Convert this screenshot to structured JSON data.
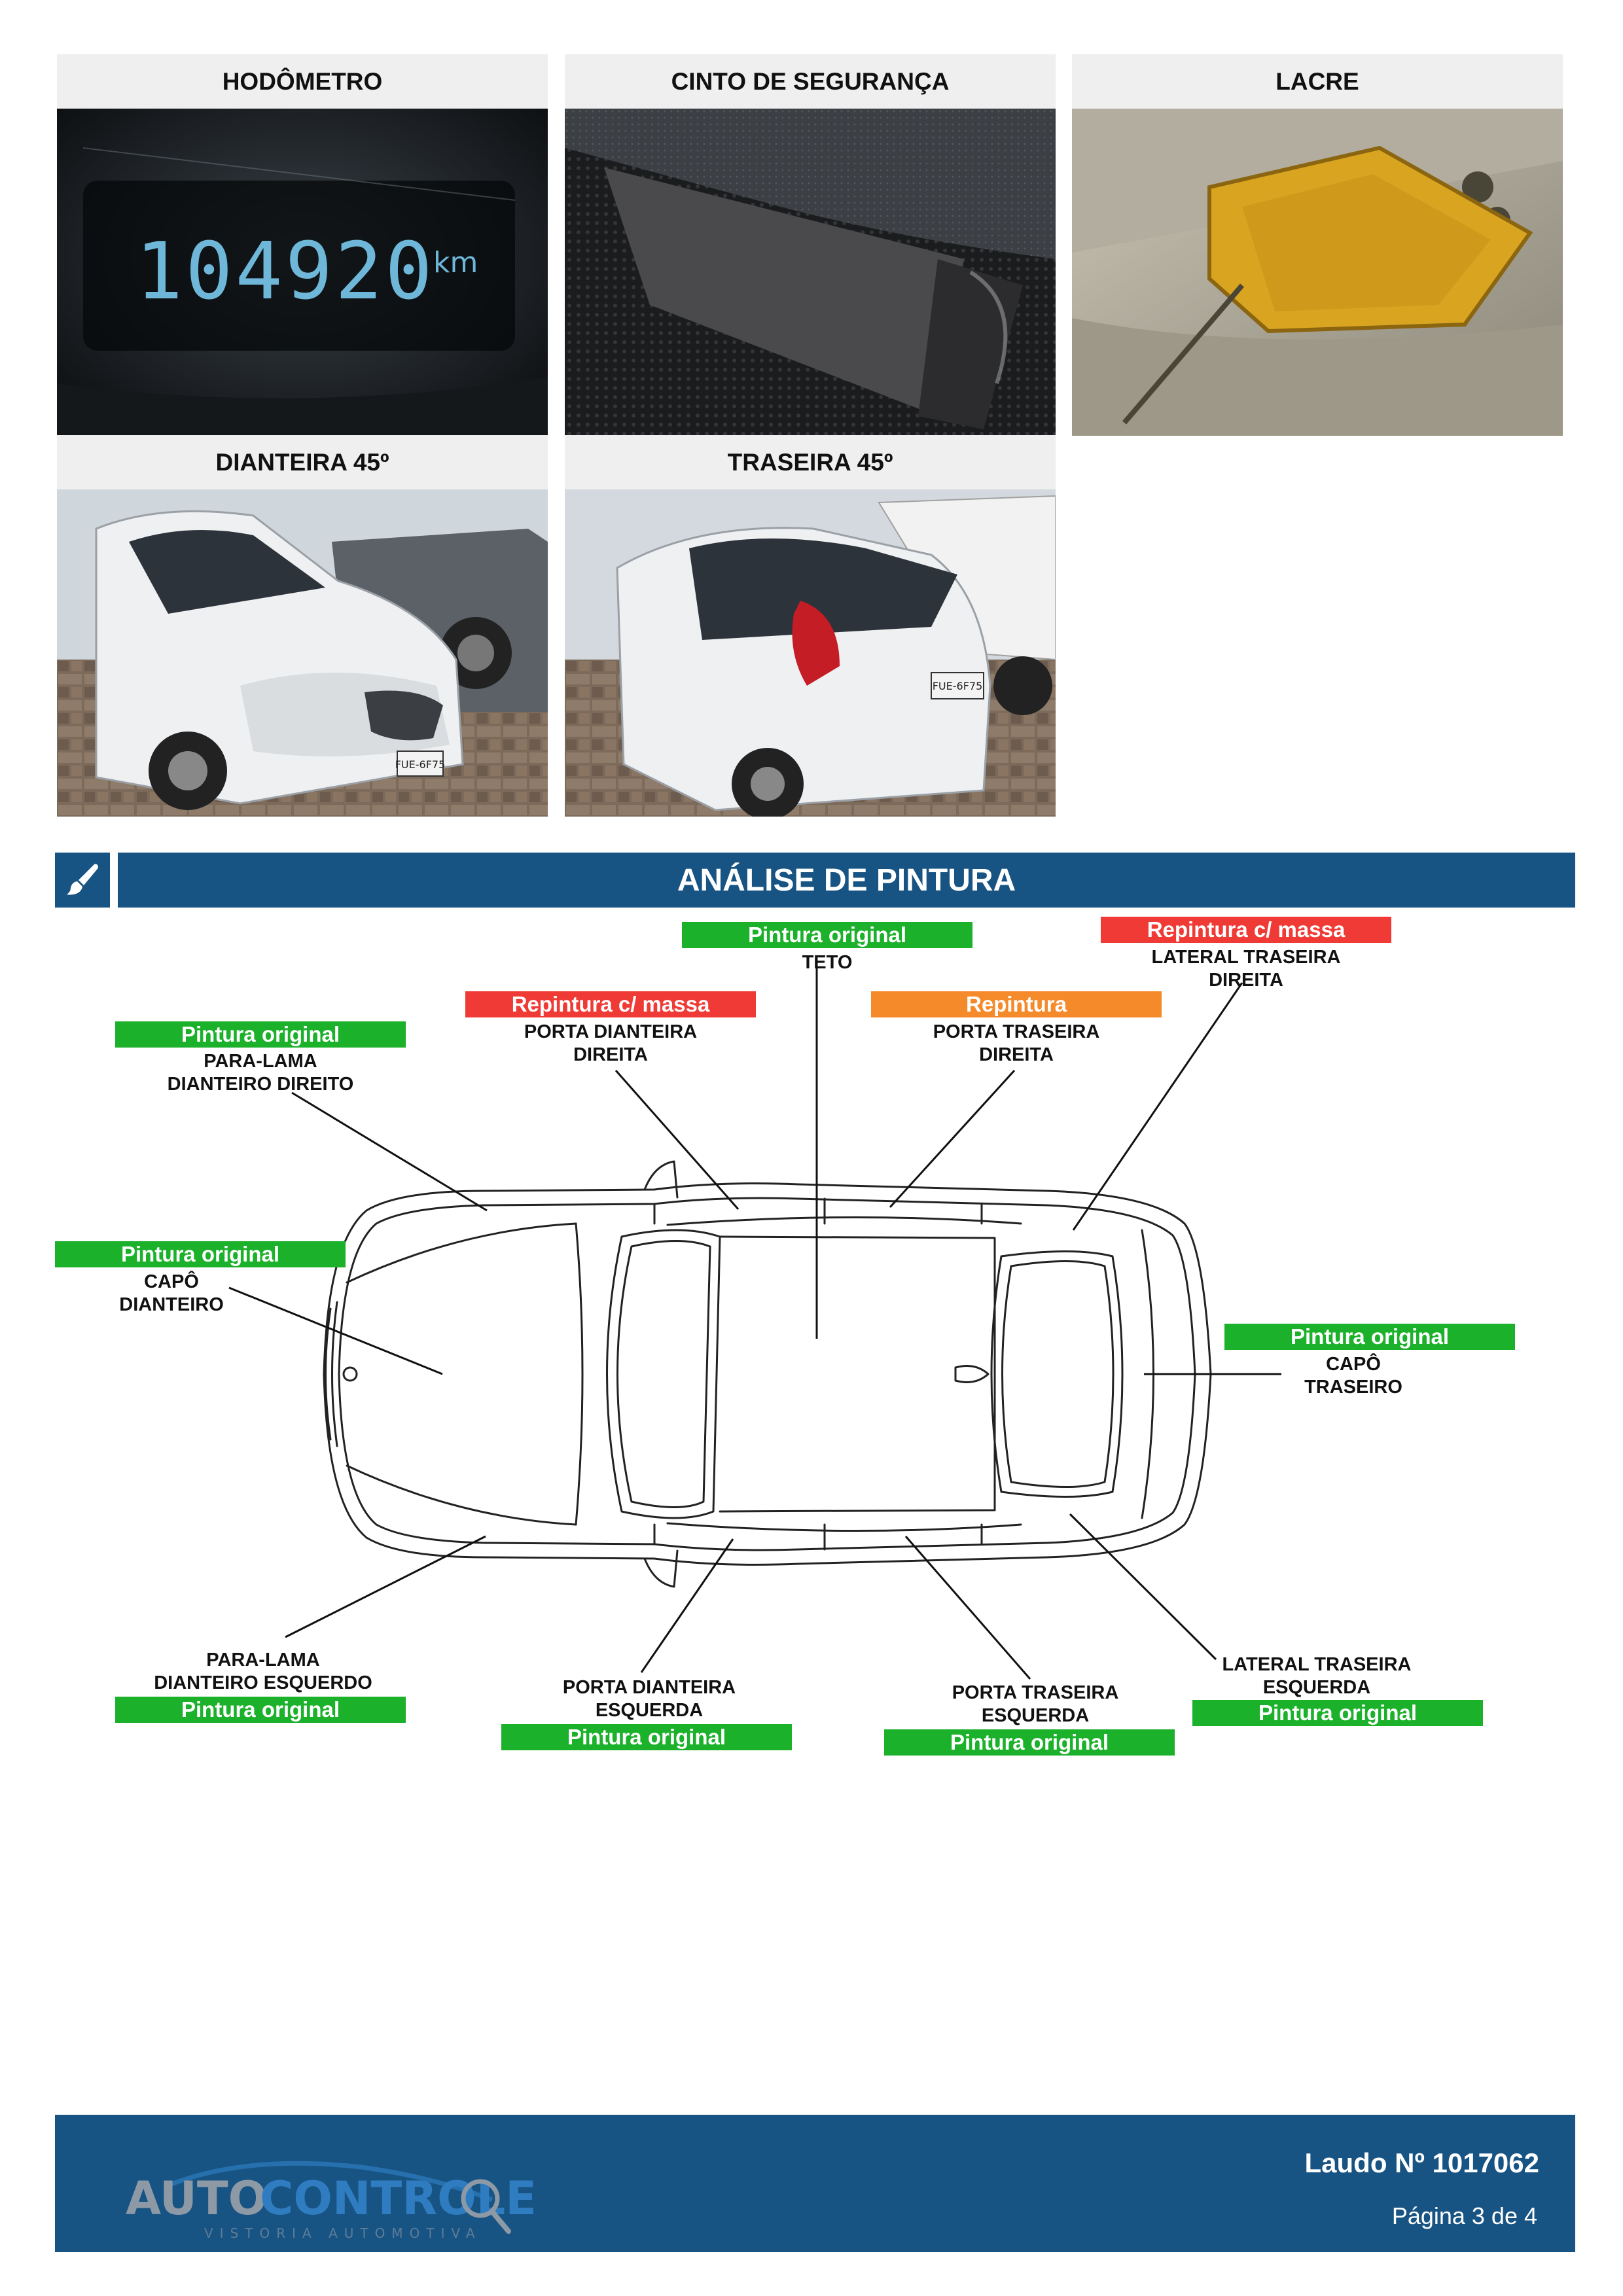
{
  "photos": [
    {
      "title": "HODÔMETRO",
      "odometer": "104920",
      "unit": "km"
    },
    {
      "title": "CINTO DE SEGURANÇA"
    },
    {
      "title": "LACRE"
    },
    {
      "title": "DIANTEIRA 45º",
      "plate": "FUE-6F75"
    },
    {
      "title": "TRASEIRA 45º",
      "plate": "FUE-6F75"
    }
  ],
  "section": {
    "title": "ANÁLISE DE PINTURA",
    "icon": "paint-brush-icon"
  },
  "colors": {
    "accent": "#175483",
    "original": "#1cb12b",
    "repintura_massa": "#ef3a35",
    "repintura": "#f58a2b"
  },
  "paint_analysis": [
    {
      "id": "teto",
      "part": "TETO",
      "status": "Pintura original",
      "kind": "original"
    },
    {
      "id": "lateral-traseira-direita",
      "part": "LATERAL TRASEIRA\nDIREITA",
      "status": "Repintura c/ massa",
      "kind": "massa"
    },
    {
      "id": "porta-dianteira-direita",
      "part": "PORTA DIANTEIRA\nDIREITA",
      "status": "Repintura c/ massa",
      "kind": "massa"
    },
    {
      "id": "porta-traseira-direita",
      "part": "PORTA TRASEIRA\nDIREITA",
      "status": "Repintura",
      "kind": "repint"
    },
    {
      "id": "para-lama-dianteiro-direito",
      "part": "PARA-LAMA\nDIANTEIRO DIREITO",
      "status": "Pintura original",
      "kind": "original"
    },
    {
      "id": "capo-dianteiro",
      "part": "CAPÔ\nDIANTEIRO",
      "status": "Pintura original",
      "kind": "original"
    },
    {
      "id": "capo-traseiro",
      "part": "CAPÔ\nTRASEIRO",
      "status": "Pintura original",
      "kind": "original"
    },
    {
      "id": "para-lama-dianteiro-esquerdo",
      "part": "PARA-LAMA\nDIANTEIRO ESQUERDO",
      "status": "Pintura original",
      "kind": "original"
    },
    {
      "id": "porta-dianteira-esquerda",
      "part": "PORTA DIANTEIRA\nESQUERDA",
      "status": "Pintura original",
      "kind": "original"
    },
    {
      "id": "porta-traseira-esquerda",
      "part": "PORTA TRASEIRA\nESQUERDA",
      "status": "Pintura original",
      "kind": "original"
    },
    {
      "id": "lateral-traseira-esquerda",
      "part": "LATERAL TRASEIRA\nESQUERDA",
      "status": "Pintura original",
      "kind": "original"
    }
  ],
  "footer": {
    "brand_word1": "AUTO",
    "brand_word2": "CONTROLE",
    "tagline": "VISTORIA AUTOMOTIVA",
    "laudo": "Laudo Nº 1017062",
    "pagina": "Página 3 de 4"
  }
}
